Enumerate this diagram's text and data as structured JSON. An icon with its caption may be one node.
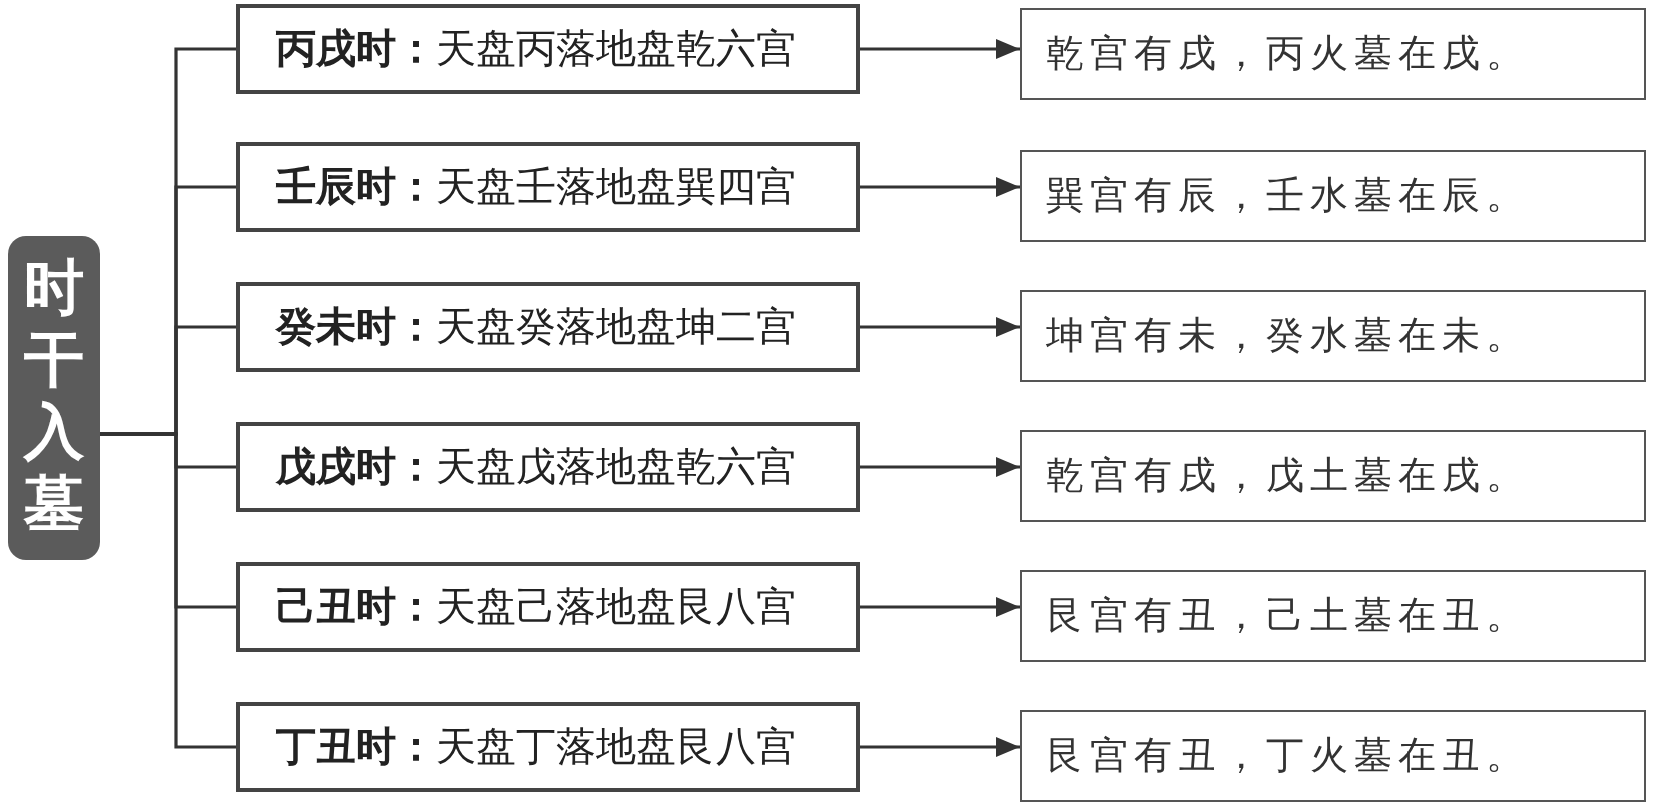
{
  "diagram": {
    "nodes": [
      {
        "text": [
          "时干入墓"
        ]
      },
      {
        "text": [
          "**丙戌时：**天盘丙落地盘乾六宫"
        ]
      },
      {
        "text": [
          "乾宫有戌，丙火墓在戌。"
        ]
      },
      {
        "text": [
          "**壬辰时：**天盘壬落地盘巽四宫"
        ]
      },
      {
        "text": [
          "巽宫有辰，壬水墓在辰。"
        ]
      },
      {
        "text": [
          "**癸未时：**天盘癸落地盘坤二宫"
        ]
      },
      {
        "text": [
          "坤宫有未，癸水墓在未。"
        ]
      },
      {
        "text": [
          "**戊戌时：**天盘戊落地盘乾六宫"
        ]
      },
      {
        "text": [
          "乾宫有戌，戊土墓在戌。"
        ]
      },
      {
        "text": [
          "**己丑时：**天盘己落地盘艮八宫"
        ]
      },
      {
        "text": [
          "艮宫有丑，己土墓在丑。"
        ]
      },
      {
        "text": [
          "**丁丑时：**天盘丁落地盘艮八宫"
        ]
      },
      {
        "text": [
          "艮宫有丑，丁火墓在丑。"
        ]
      }
    ],
    "edges": [
      {
        "from": 0,
        "to": 1,
        "arrow": "none"
      },
      {
        "from": 0,
        "to": 3,
        "arrow": "none"
      },
      {
        "from": 0,
        "to": 5,
        "arrow": "none"
      },
      {
        "from": 0,
        "to": 7,
        "arrow": "none"
      },
      {
        "from": 0,
        "to": 9,
        "arrow": "none"
      },
      {
        "from": 0,
        "to": 11,
        "arrow": "none"
      },
      {
        "from": 1,
        "to": 2,
        "arrow": "to"
      },
      {
        "from": 3,
        "to": 4,
        "arrow": "to"
      },
      {
        "from": 5,
        "to": 6,
        "arrow": "to"
      },
      {
        "from": 7,
        "to": 8,
        "arrow": "to"
      },
      {
        "from": 9,
        "to": 10,
        "arrow": "to"
      },
      {
        "from": 11,
        "to": 12,
        "arrow": "to"
      }
    ]
  }
}
